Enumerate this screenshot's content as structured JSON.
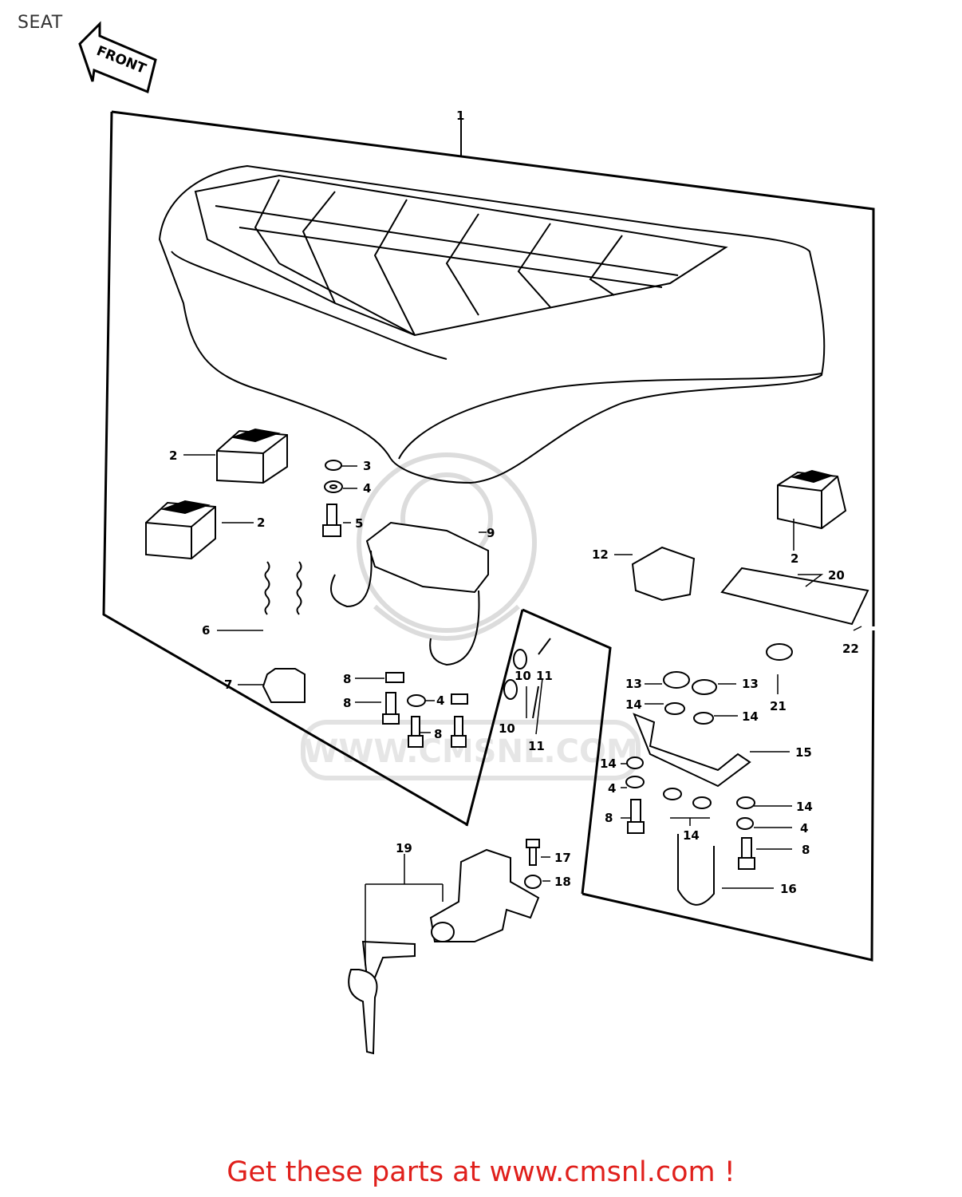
{
  "header": {
    "title": "SEAT"
  },
  "diagram": {
    "front_label": "FRONT",
    "watermark_text": "WWW.CMSNL.COM",
    "callouts": {
      "c1": "1",
      "c2a": "2",
      "c2b": "2",
      "c2c": "2",
      "c3": "3",
      "c4a": "4",
      "c4b": "4",
      "c4c": "4",
      "c4d": "4",
      "c5": "5",
      "c6": "6",
      "c7": "7",
      "c8a": "8",
      "c8b": "8",
      "c8c": "8",
      "c8d": "8",
      "c8e": "8",
      "c9": "9",
      "c10a": "10",
      "c10b": "10",
      "c11a": "11",
      "c11b": "11",
      "c12": "12",
      "c13a": "13",
      "c13b": "13",
      "c14a": "14",
      "c14b": "14",
      "c14c": "14",
      "c14d": "14",
      "c14e": "14",
      "c15": "15",
      "c16": "16",
      "c17": "17",
      "c18": "18",
      "c19": "19",
      "c20": "20",
      "c21": "21",
      "c22": "22"
    }
  },
  "footer": {
    "cta_text": "Get these parts at www.cmsnl.com !",
    "cta_color": "#e0201c"
  }
}
